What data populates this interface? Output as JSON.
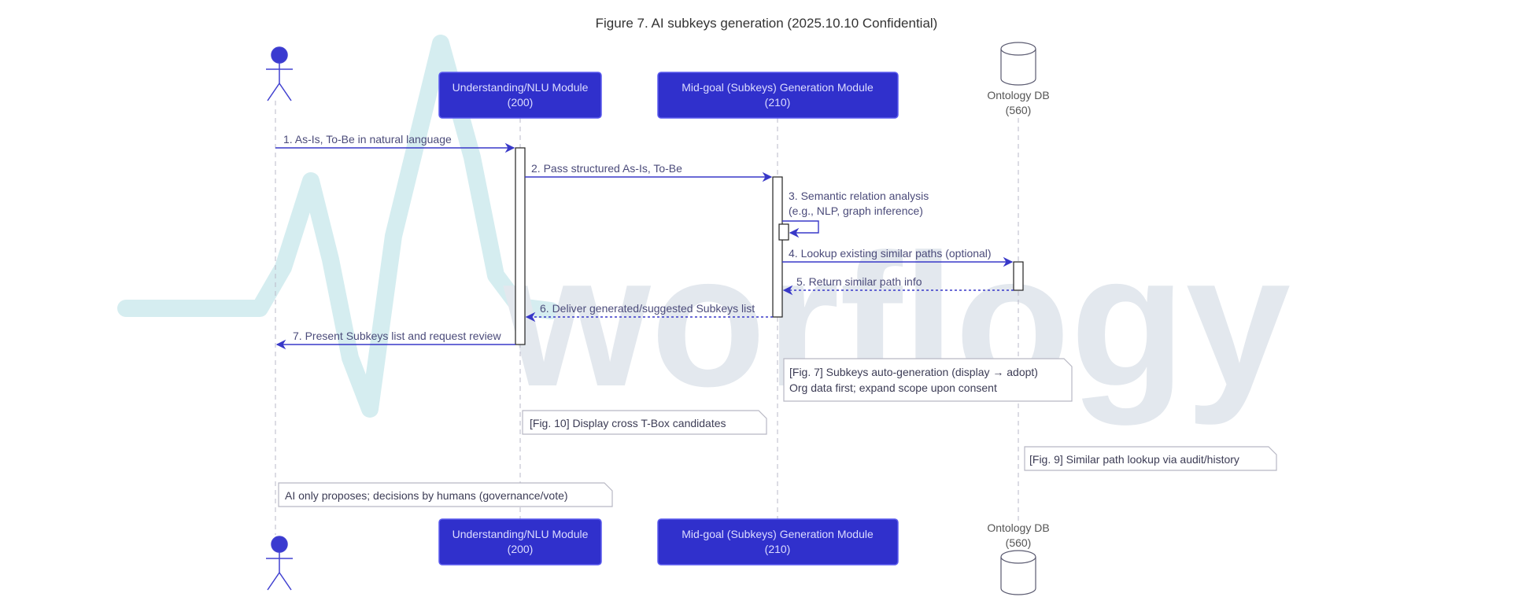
{
  "title": "Figure 7. AI subkeys generation (2025.10.10 Confidential)",
  "watermark": {
    "text": "worflogy",
    "color": "#e3e8ee"
  },
  "participants": {
    "user": {
      "icon": "actor-icon"
    },
    "nlu": {
      "line1": "Understanding/NLU Module",
      "line2": "(200)"
    },
    "midgoal": {
      "line1": "Mid-goal (Subkeys) Generation Module",
      "line2": "(210)"
    },
    "db": {
      "line1": "Ontology DB",
      "line2": "(560)",
      "icon": "database-icon"
    }
  },
  "messages": [
    "1. As-Is, To-Be in natural language",
    "2. Pass structured As-Is, To-Be",
    "3. Semantic relation analysis",
    "(e.g., NLP, graph inference)",
    "4. Lookup existing similar paths (optional)",
    "5. Return similar path info",
    "6. Deliver generated/suggested Subkeys list",
    "7. Present Subkeys list and request review"
  ],
  "notes": {
    "fig7_line1": "[Fig. 7] Subkeys auto-generation (display → adopt)",
    "fig7_line2": "Org data first; expand scope upon consent",
    "fig10": "[Fig. 10] Display cross T-Box candidates",
    "fig9": "[Fig. 9] Similar path lookup via audit/history",
    "governance": "AI only proposes; decisions by humans (governance/vote)"
  },
  "colors": {
    "accent": "#3838c8",
    "box_fill": "#3030cc",
    "lifeline": "#b9b9c8"
  }
}
